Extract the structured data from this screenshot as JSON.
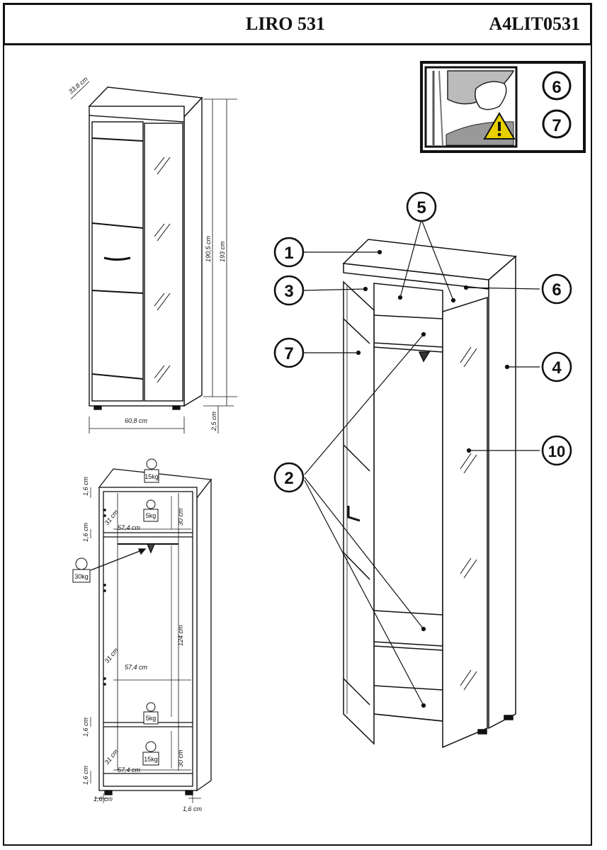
{
  "header": {
    "model": "LIRO 531",
    "code": "A4LIT0531"
  },
  "warning": {
    "step_a": "6",
    "step_b": "7",
    "icon": "warning-triangle-icon"
  },
  "front_view": {
    "depth": "33,8 cm",
    "height_body": "190,5 cm",
    "height_total": "193 cm",
    "width": "60,8 cm",
    "feet": "2,5 cm"
  },
  "interior_view": {
    "load_top": "15kg",
    "load_shelf_top": "5kg",
    "load_rail": "30kg",
    "load_shelf_bottom": "5kg",
    "load_bottom": "15kg",
    "panel_1": "1,6 cm",
    "panel_2": "1,6 cm",
    "panel_3": "1,6 cm",
    "panel_4": "1,6 cm",
    "inner_width_1": "57,4 cm",
    "inner_width_2": "57,4 cm",
    "inner_width_3": "57,4 cm",
    "top_compartment": "30 cm",
    "hanging_space": "124 cm",
    "bottom_compartment": "30 cm",
    "shelf_depth_1": "31 cm",
    "shelf_depth_2": "31 cm",
    "shelf_depth_3": "31 cm",
    "side_left": "1,6 cm",
    "side_right": "1,6 cm"
  },
  "callouts": [
    {
      "id": "c1",
      "label": "1"
    },
    {
      "id": "c3",
      "label": "3"
    },
    {
      "id": "c7",
      "label": "7"
    },
    {
      "id": "c2",
      "label": "2"
    },
    {
      "id": "c5",
      "label": "5"
    },
    {
      "id": "c6",
      "label": "6"
    },
    {
      "id": "c4",
      "label": "4"
    },
    {
      "id": "c10",
      "label": "10"
    }
  ]
}
